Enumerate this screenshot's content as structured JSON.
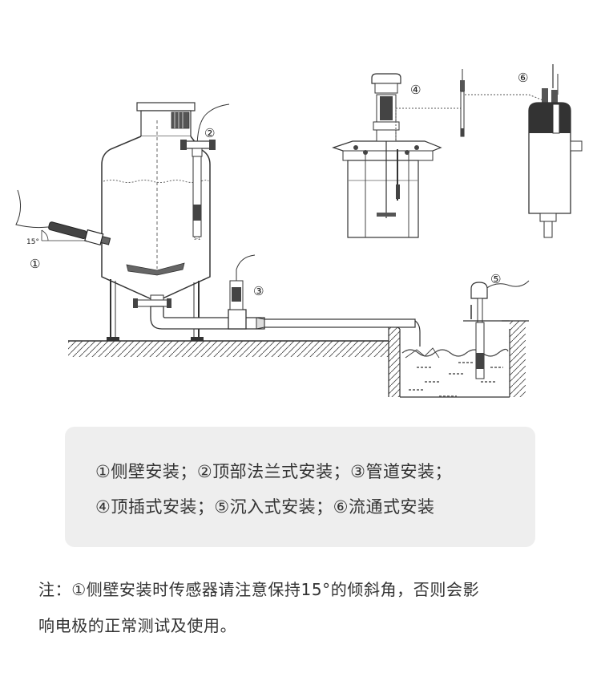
{
  "diagram": {
    "callouts": {
      "c1": "①",
      "c2": "②",
      "c3": "③",
      "c4": "④",
      "c5": "⑤",
      "c6": "⑥"
    },
    "angle_label": "15°"
  },
  "legend": {
    "line1": "①侧壁安装；②顶部法兰式安装；③管道安装；",
    "line2": "④顶插式安装；⑤沉入式安装；⑥流通式安装"
  },
  "note": {
    "line1": "注：①侧壁安装时传感器请注意保持15°的倾斜角，否则会影",
    "line2": "响电极的正常测试及使用。"
  }
}
